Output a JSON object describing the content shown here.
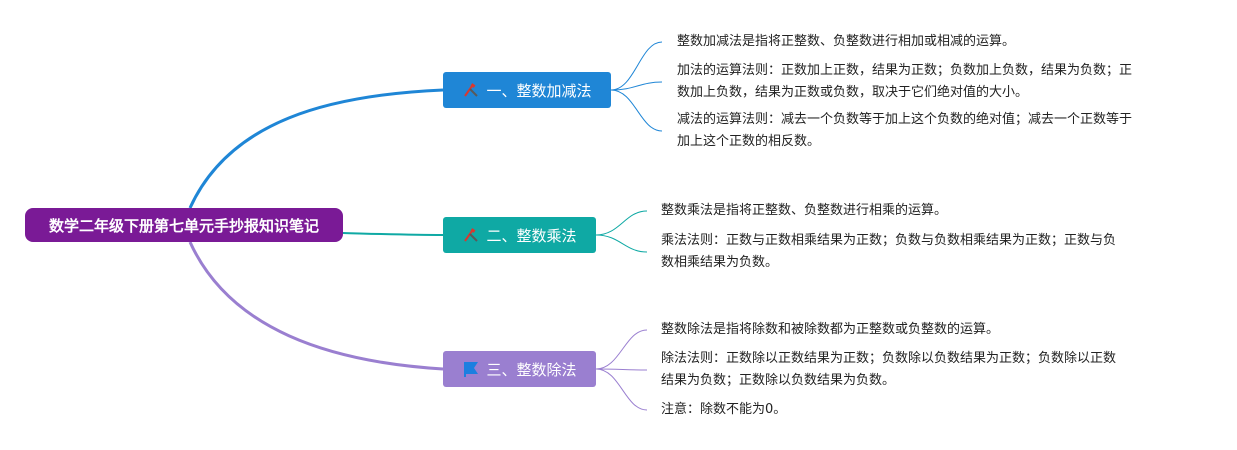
{
  "root": {
    "title": "数学二年级下册第七单元手抄报知识笔记"
  },
  "colors": {
    "root": "#7a1a96",
    "branch1": "#1f86d6",
    "branch2": "#0fa9a4",
    "branch3": "#9a7fd0"
  },
  "branches": [
    {
      "label": "一、整数加减法",
      "icon": "tools-icon",
      "leaves": [
        "整数加减法是指将正整数、负整数进行相加或相减的运算。",
        "加法的运算法则：正数加上正数，结果为正数；负数加上负数，结果为负数；正\n数加上负数，结果为正数或负数，取决于它们绝对值的大小。",
        "减法的运算法则：减去一个负数等于加上这个负数的绝对值；减去一个正数等于\n加上这个正数的相反数。"
      ]
    },
    {
      "label": "二、整数乘法",
      "icon": "tools-icon",
      "leaves": [
        "整数乘法是指将正整数、负整数进行相乘的运算。",
        "乘法法则：正数与正数相乘结果为正数；负数与负数相乘结果为正数；正数与负\n数相乘结果为负数。"
      ]
    },
    {
      "label": "三、整数除法",
      "icon": "flag-icon",
      "leaves": [
        "整数除法是指将除数和被除数都为正整数或负整数的运算。",
        "除法法则：正数除以正数结果为正数；负数除以负数结果为正数；负数除以正数\n结果为负数；正数除以负数结果为负数。",
        "注意：除数不能为0。"
      ]
    }
  ]
}
